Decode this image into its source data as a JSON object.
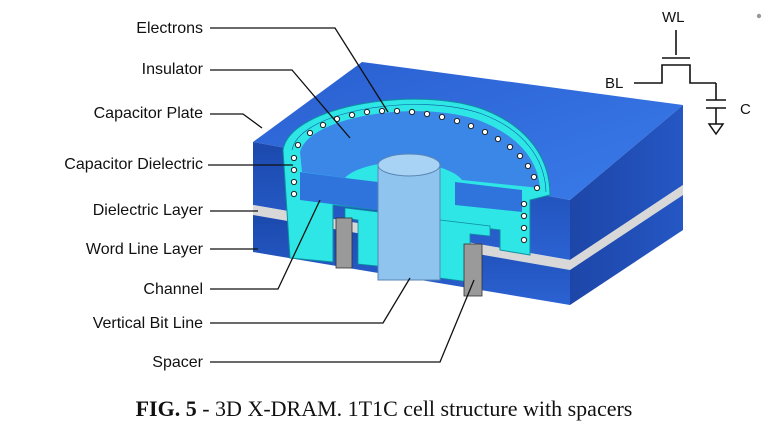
{
  "labels": {
    "electrons": "Electrons",
    "insulator": "Insulator",
    "capacitor_plate": "Capacitor Plate",
    "capacitor_dielectric": "Capacitor Dielectric",
    "dielectric_layer": "Dielectric Layer",
    "word_line_layer": "Word Line Layer",
    "channel": "Channel",
    "vertical_bit_line": "Vertical Bit Line",
    "spacer": "Spacer"
  },
  "circuit": {
    "wl": "WL",
    "bl": "BL",
    "c": "C"
  },
  "caption": {
    "fig": "FIG. 5",
    "text": " - 3D X-DRAM. 1T1C cell structure with spacers"
  },
  "colors": {
    "blue_dark": "#1f4fb8",
    "blue_mid": "#2a64d6",
    "blue_top": "#2f6fe0",
    "cyan": "#2ee6e6",
    "light_blue": "#8fc4ef",
    "gray": "#9a9a9a",
    "silver": "#d8d8d8"
  }
}
